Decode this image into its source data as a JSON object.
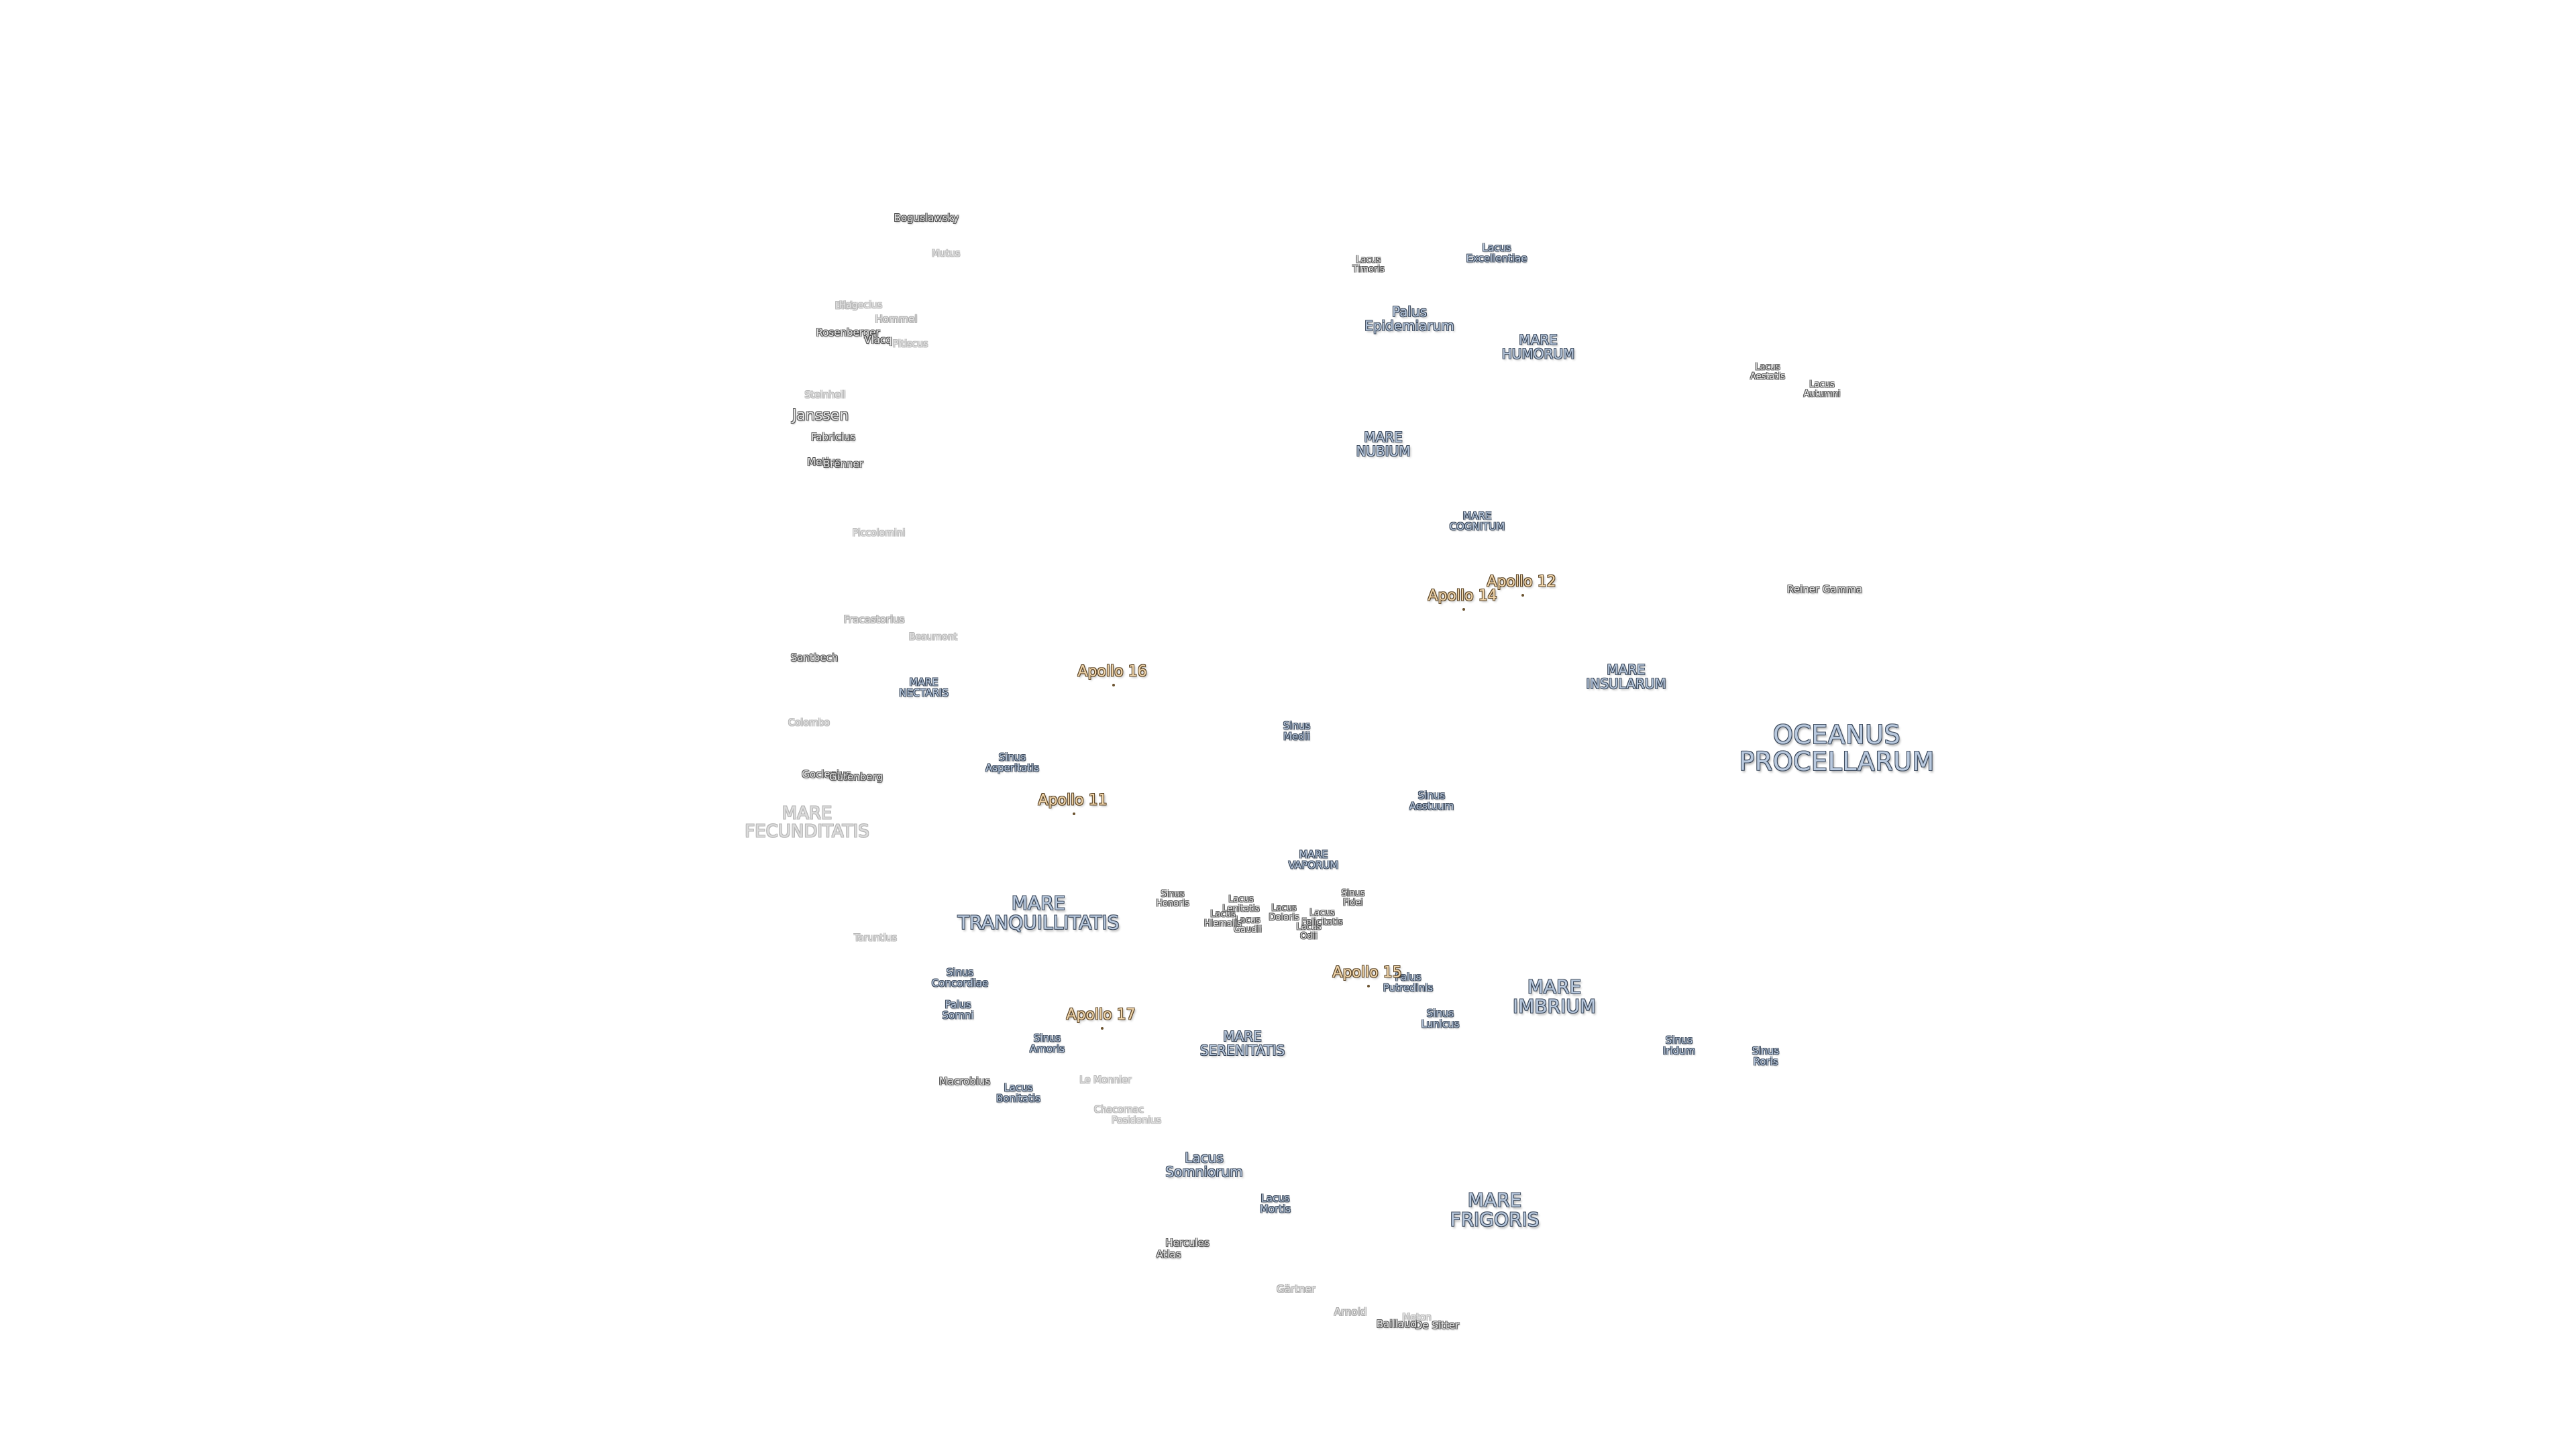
{
  "colors": {
    "background": "#ffffff",
    "sea_fill": "#b9c9de",
    "sea_outline": "#3d4a5c",
    "crater_fill": "#e8e8e8",
    "crater_outline": "#555555",
    "faded_fill": "#e4e4e4",
    "site_fill": "#f2d7ad",
    "site_outline": "#5a4426"
  },
  "features": [
    {
      "id": "oceanus-procellarum",
      "text": "OCEANUS\nPROCELLARUM",
      "cls": "sea-xl"
    },
    {
      "id": "mare-imbrium",
      "text": "MARE\nIMBRIUM",
      "cls": "sea-l"
    },
    {
      "id": "mare-frigoris",
      "text": "MARE\nFRIGORIS",
      "cls": "sea-l"
    },
    {
      "id": "mare-tranquillitatis",
      "text": "MARE\nTRANQUILLITATIS",
      "cls": "sea-l"
    },
    {
      "id": "mare-serenitatis",
      "text": "MARE\nSERENITATIS",
      "cls": "sea-m"
    },
    {
      "id": "mare-nubium",
      "text": "MARE\nNUBIUM",
      "cls": "sea-m"
    },
    {
      "id": "mare-insularum",
      "text": "MARE\nINSULARUM",
      "cls": "sea-m"
    },
    {
      "id": "mare-humorum",
      "text": "MARE\nHUMORUM",
      "cls": "sea-m"
    },
    {
      "id": "mare-cognitum",
      "text": "MARE\nCOGNITUM",
      "cls": "sea-s"
    },
    {
      "id": "mare-nectaris",
      "text": "MARE\nNECTARIS",
      "cls": "sea-s"
    },
    {
      "id": "mare-vaporum",
      "text": "MARE\nVAPORUM",
      "cls": "sea-s"
    },
    {
      "id": "mare-fecunditatis",
      "text": "MARE\nFECUNDITATIS",
      "cls": "sea-faded"
    },
    {
      "id": "lacus-somniorum",
      "text": "Lacus\nSomniorum",
      "cls": "sea-m"
    },
    {
      "id": "palus-epidemiarum",
      "text": "Palus\nEpidemiarum",
      "cls": "sea-m"
    },
    {
      "id": "sinus-medii",
      "text": "Sinus\nMedii",
      "cls": "sea-s"
    },
    {
      "id": "sinus-aestuum",
      "text": "Sinus\nAestuum",
      "cls": "sea-s"
    },
    {
      "id": "sinus-asperitatis",
      "text": "Sinus\nAsperitatis",
      "cls": "sea-s"
    },
    {
      "id": "sinus-iridum",
      "text": "Sinus\nIridum",
      "cls": "sea-s"
    },
    {
      "id": "sinus-roris",
      "text": "Sinus\nRoris",
      "cls": "sea-s"
    },
    {
      "id": "sinus-amoris",
      "text": "Sinus\nAmoris",
      "cls": "sea-s"
    },
    {
      "id": "sinus-concordiae",
      "text": "Sinus\nConcordiae",
      "cls": "sea-s"
    },
    {
      "id": "sinus-lunicus",
      "text": "Sinus\nLunicus",
      "cls": "sea-s"
    },
    {
      "id": "sinus-honoris",
      "text": "Sinus\nHonoris",
      "cls": "crater-xs"
    },
    {
      "id": "sinus-fidei",
      "text": "Sinus\nFidei",
      "cls": "crater-xs"
    },
    {
      "id": "palus-somni",
      "text": "Palus\nSomni",
      "cls": "sea-s"
    },
    {
      "id": "palus-putredinis",
      "text": "Palus\nPutredinis",
      "cls": "sea-s"
    },
    {
      "id": "lacus-mortis",
      "text": "Lacus\nMortis",
      "cls": "sea-s"
    },
    {
      "id": "lacus-bonitatis",
      "text": "Lacus\nBonitatis",
      "cls": "sea-s"
    },
    {
      "id": "lacus-timoris",
      "text": "Lacus\nTimoris",
      "cls": "crater-xs"
    },
    {
      "id": "lacus-excellentiae",
      "text": "Lacus\nExcellentiae",
      "cls": "sea-s"
    },
    {
      "id": "lacus-aestatis",
      "text": "Lacus\nAestatis",
      "cls": "crater-xs"
    },
    {
      "id": "lacus-autumni",
      "text": "Lacus\nAutumni",
      "cls": "crater-xs"
    },
    {
      "id": "lacus-lenitatis",
      "text": "Lacus\nLenitatis",
      "cls": "crater-xs"
    },
    {
      "id": "lacus-doloris",
      "text": "Lacus\nDoloris",
      "cls": "crater-xs"
    },
    {
      "id": "lacus-gaudii",
      "text": "Lacus\nGaudii",
      "cls": "crater-xs"
    },
    {
      "id": "lacus-hiemalis",
      "text": "Lacus\nHiemalis",
      "cls": "crater-xs"
    },
    {
      "id": "lacus-odii",
      "text": "Lacus\nOdii",
      "cls": "crater-xs"
    },
    {
      "id": "lacus-felicitatis",
      "text": "Lacus\nFelicitatis",
      "cls": "crater-xs"
    },
    {
      "id": "reiner-gamma",
      "text": "Reiner Gamma",
      "cls": "crater"
    },
    {
      "id": "janssen",
      "text": "Janssen",
      "cls": "crater-l"
    },
    {
      "id": "boguslawsky",
      "text": "Boguslawsky",
      "cls": "crater"
    },
    {
      "id": "mutus",
      "text": "Mutus",
      "cls": "crater-faded"
    },
    {
      "id": "biela",
      "text": "Biela",
      "cls": "crater-faded"
    },
    {
      "id": "hagecius",
      "text": "Hagecius",
      "cls": "crater-faded"
    },
    {
      "id": "hommel",
      "text": "Hommel",
      "cls": "crater-faded-m"
    },
    {
      "id": "rosenberger",
      "text": "Rosenberger",
      "cls": "crater"
    },
    {
      "id": "vlacq",
      "text": "Vlacq",
      "cls": "crater"
    },
    {
      "id": "pitiscus",
      "text": "Pitiscus",
      "cls": "crater-faded"
    },
    {
      "id": "steinheil",
      "text": "Steinheil",
      "cls": "crater-faded"
    },
    {
      "id": "fabricius",
      "text": "Fabricius",
      "cls": "crater"
    },
    {
      "id": "metius",
      "text": "Metius",
      "cls": "crater"
    },
    {
      "id": "brenner",
      "text": "Brenner",
      "cls": "crater"
    },
    {
      "id": "piccolomini",
      "text": "Piccolomini",
      "cls": "crater-faded"
    },
    {
      "id": "fracastorius",
      "text": "Fracastorius",
      "cls": "crater-faded-m"
    },
    {
      "id": "beaumont",
      "text": "Beaumont",
      "cls": "crater-faded"
    },
    {
      "id": "santbech",
      "text": "Santbech",
      "cls": "crater"
    },
    {
      "id": "colombo",
      "text": "Colombo",
      "cls": "crater-faded"
    },
    {
      "id": "goclenius",
      "text": "Goclenius",
      "cls": "crater"
    },
    {
      "id": "gutenberg",
      "text": "Gutenberg",
      "cls": "crater"
    },
    {
      "id": "taruntius",
      "text": "Taruntius",
      "cls": "crater-faded"
    },
    {
      "id": "macrobius",
      "text": "Macrobius",
      "cls": "crater"
    },
    {
      "id": "le-monnier",
      "text": "Le Monnier",
      "cls": "crater-faded"
    },
    {
      "id": "chacornac",
      "text": "Chacornac",
      "cls": "crater-faded"
    },
    {
      "id": "posidonius",
      "text": "Posidonius",
      "cls": "crater-faded"
    },
    {
      "id": "hercules",
      "text": "Hercules",
      "cls": "crater"
    },
    {
      "id": "atlas",
      "text": "Atlas",
      "cls": "crater"
    },
    {
      "id": "gartner",
      "text": "Gärtner",
      "cls": "crater-faded-m"
    },
    {
      "id": "arnold",
      "text": "Arnold",
      "cls": "crater-faded-m"
    },
    {
      "id": "de-sitter",
      "text": "De Sitter",
      "cls": "crater"
    },
    {
      "id": "baillaud",
      "text": "Baillaud",
      "cls": "crater"
    },
    {
      "id": "meton",
      "text": "Meton",
      "cls": "crater-faded"
    },
    {
      "id": "apollo-11",
      "text": "Apollo 11",
      "cls": "site"
    },
    {
      "id": "apollo-12",
      "text": "Apollo 12",
      "cls": "site"
    },
    {
      "id": "apollo-14",
      "text": "Apollo 14",
      "cls": "site"
    },
    {
      "id": "apollo-15",
      "text": "Apollo 15",
      "cls": "site"
    },
    {
      "id": "apollo-16",
      "text": "Apollo 16",
      "cls": "site"
    },
    {
      "id": "apollo-17",
      "text": "Apollo 17",
      "cls": "site"
    }
  ]
}
